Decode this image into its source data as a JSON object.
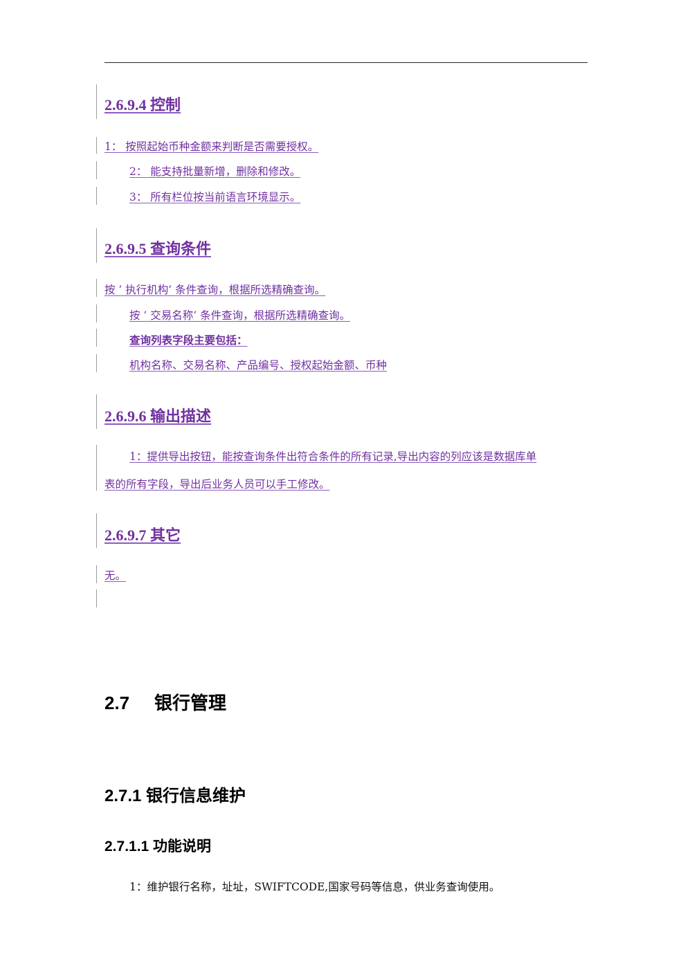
{
  "sections": {
    "s2694": {
      "heading": "2.6.9.4  控制",
      "items": [
        "1：  按照起始币种金额来判断是否需要授权。",
        "2：  能支持批量新增，删除和修改。",
        "3：  所有栏位按当前语言环境显示。"
      ]
    },
    "s2695": {
      "heading": "2.6.9.5  查询条件",
      "items": [
        "按 ’  执行机构’  条件查询，根据所选精确查询。",
        "按 ’  交易名称’  条件查询，根据所选精确查询。",
        "查询列表字段主要包括：",
        "机构名称、交易名称、产品编号、授权起始金额、币种"
      ]
    },
    "s2696": {
      "heading": "2.6.9.6  输出描述",
      "paragraph_line1": "1：提供导出按钮，能按查询条件出符合条件的所有记录,导出内容的列应该是数据库单",
      "paragraph_line2": "表的所有字段，导出后业务人员可以手工修改。"
    },
    "s2697": {
      "heading": "2.6.9.7  其它",
      "text": "无。"
    },
    "s27": {
      "number": "2.7",
      "title": "银行管理"
    },
    "s271": {
      "heading": "2.7.1  银行信息维护"
    },
    "s2711": {
      "heading": "2.7.1.1  功能说明",
      "text": "1：维护银行名称，址址，SWIFTCODE,国家号码等信息，供业务查询使用。"
    }
  },
  "colors": {
    "revision": "#7030a0",
    "change_bar": "#9a9a9a",
    "text": "#000000"
  }
}
